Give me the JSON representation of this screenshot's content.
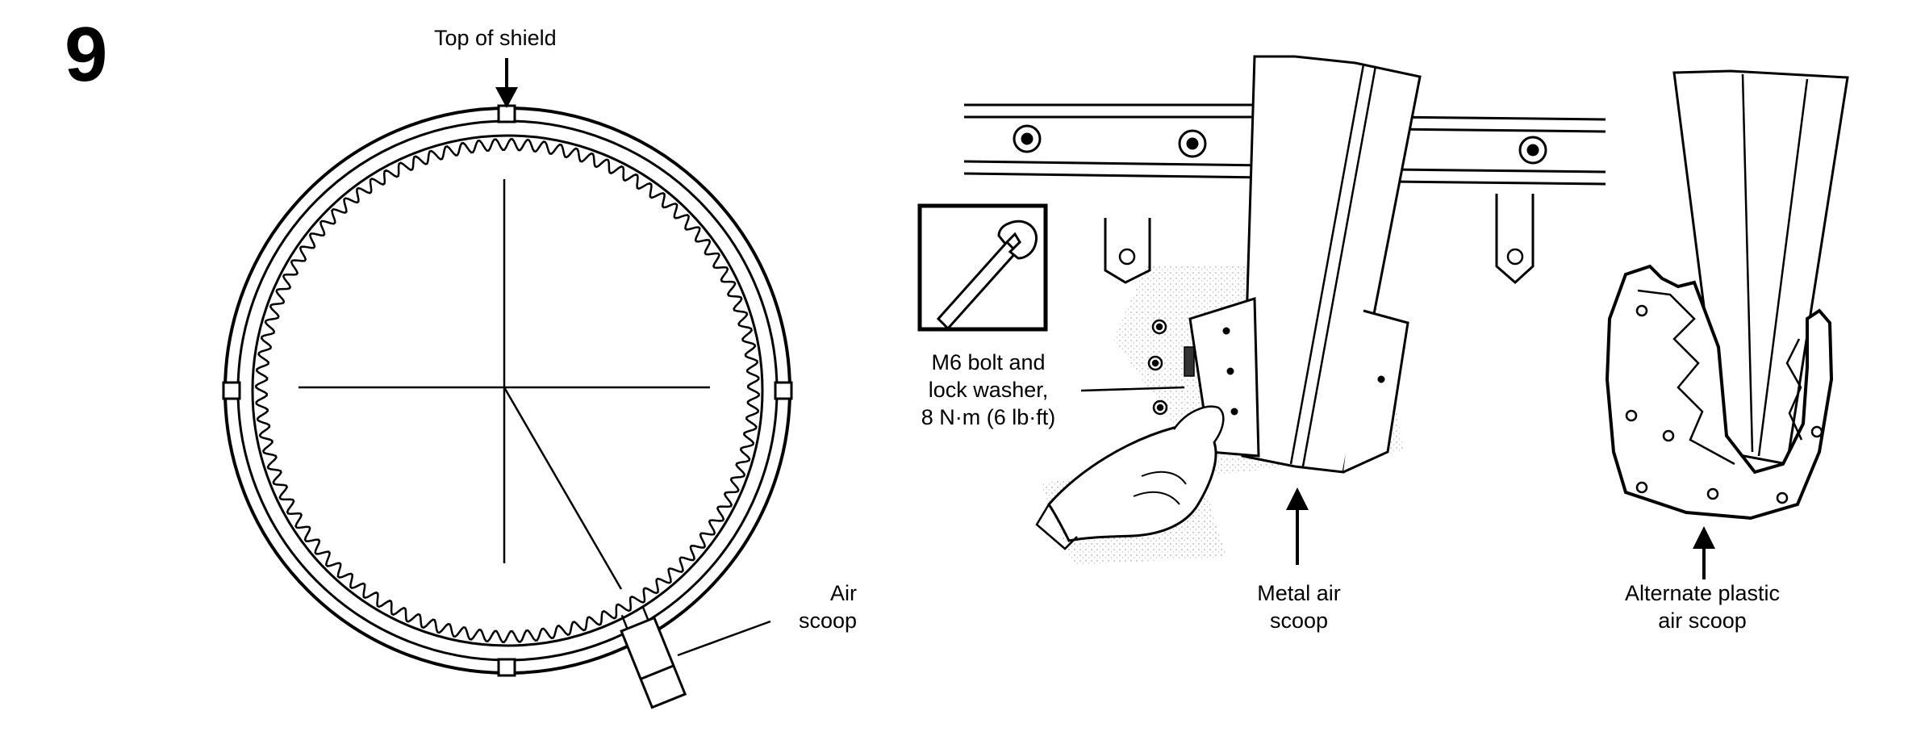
{
  "step": {
    "number": "9"
  },
  "diagram_left": {
    "top_label": "Top of shield",
    "scoop_label_line1": "Air",
    "scoop_label_line2": "scoop"
  },
  "diagram_middle": {
    "bolt_label_line1": "M6 bolt and",
    "bolt_label_line2": "lock washer,",
    "bolt_label_line3": "8 N·m (6 lb·ft)",
    "metal_scoop_line1": "Metal air",
    "metal_scoop_line2": "scoop",
    "tool_icon": "wrench-icon"
  },
  "diagram_right": {
    "plastic_scoop_line1": "Alternate plastic",
    "plastic_scoop_line2": "air scoop"
  }
}
